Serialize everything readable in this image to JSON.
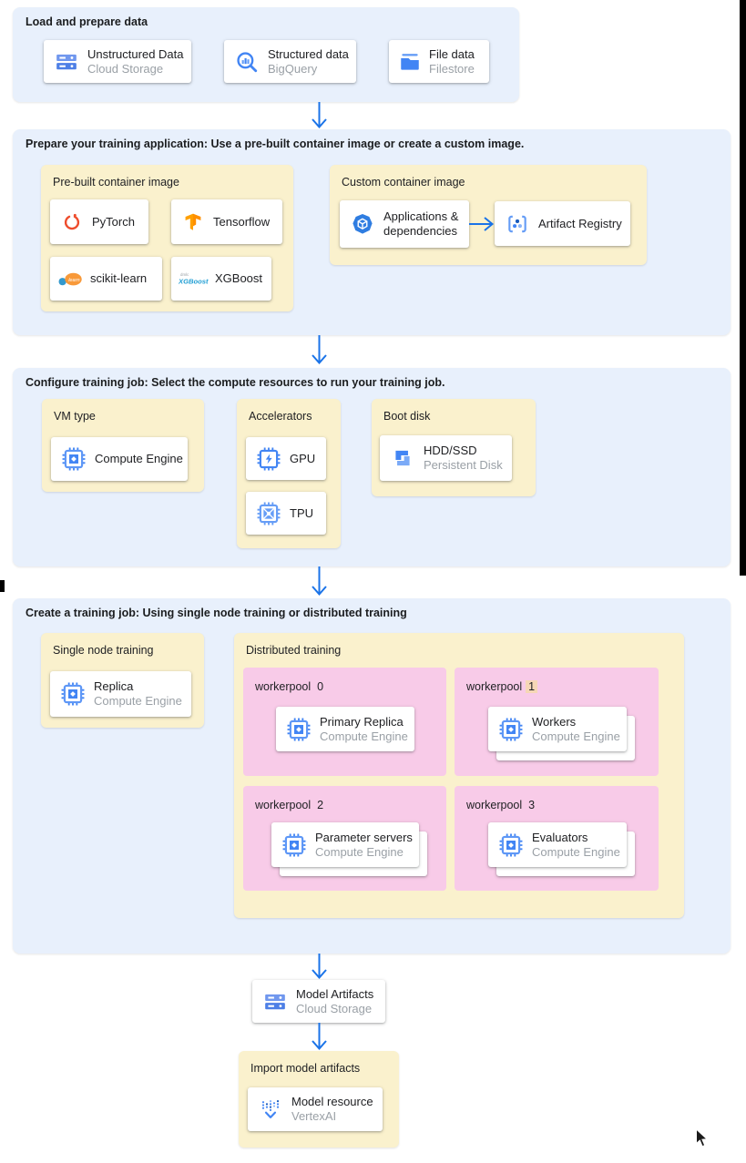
{
  "sections": {
    "load": {
      "title": "Load and prepare data",
      "cards": [
        {
          "title": "Unstructured Data",
          "subtitle": "Cloud Storage",
          "icon": "cloud-storage-icon"
        },
        {
          "title": "Structured data",
          "subtitle": "BigQuery",
          "icon": "bigquery-icon"
        },
        {
          "title": "File data",
          "subtitle": "Filestore",
          "icon": "filestore-icon"
        }
      ]
    },
    "prepare": {
      "title": "Prepare your training application: Use a pre-built container image or create a custom image.",
      "prebuilt": {
        "label": "Pre-built container image",
        "cards": [
          {
            "title": "PyTorch",
            "icon": "pytorch-icon"
          },
          {
            "title": "Tensorflow",
            "icon": "tensorflow-icon"
          },
          {
            "title": "scikit-learn",
            "icon": "scikit-learn-icon"
          },
          {
            "title": "XGBoost",
            "icon": "xgboost-icon"
          }
        ]
      },
      "custom": {
        "label": "Custom container image",
        "cards": [
          {
            "title": "Applications & dependencies",
            "icon": "applications-dependencies-icon"
          },
          {
            "title": "Artifact Registry",
            "icon": "artifact-registry-icon"
          }
        ]
      }
    },
    "configure": {
      "title": "Configure training job: Select the compute resources to run your training job.",
      "vm_type": {
        "label": "VM type",
        "card": {
          "title": "Compute Engine",
          "icon": "compute-engine-icon"
        }
      },
      "accelerators": {
        "label": "Accelerators",
        "cards": [
          {
            "title": "GPU",
            "icon": "gpu-icon"
          },
          {
            "title": "TPU",
            "icon": "tpu-icon"
          }
        ]
      },
      "boot_disk": {
        "label": "Boot disk",
        "card": {
          "title": "HDD/SSD",
          "subtitle": "Persistent Disk",
          "icon": "persistent-disk-icon"
        }
      }
    },
    "create": {
      "title": "Create a training job: Using single node training or distributed training",
      "single": {
        "label": "Single node training",
        "card": {
          "title": "Replica",
          "subtitle": "Compute Engine",
          "icon": "compute-engine-icon"
        }
      },
      "distributed": {
        "label": "Distributed training",
        "workerpools": [
          {
            "label": "workerpool",
            "num": "0",
            "highlighted": false,
            "stacked": false,
            "card": {
              "title": "Primary Replica",
              "subtitle": "Compute Engine",
              "icon": "compute-engine-icon"
            }
          },
          {
            "label": "workerpool",
            "num": "1",
            "highlighted": true,
            "stacked": true,
            "card": {
              "title": "Workers",
              "subtitle": "Compute Engine",
              "icon": "compute-engine-icon"
            }
          },
          {
            "label": "workerpool",
            "num": "2",
            "highlighted": false,
            "stacked": true,
            "card": {
              "title": "Parameter servers",
              "subtitle": "Compute Engine",
              "icon": "compute-engine-icon"
            }
          },
          {
            "label": "workerpool",
            "num": "3",
            "highlighted": false,
            "stacked": true,
            "card": {
              "title": "Evaluators",
              "subtitle": "Compute Engine",
              "icon": "compute-engine-icon"
            }
          }
        ]
      }
    },
    "model_artifacts": {
      "title": "Model Artifacts",
      "subtitle": "Cloud Storage",
      "icon": "cloud-storage-icon"
    },
    "import_model": {
      "label": "Import model artifacts",
      "card": {
        "title": "Model resource",
        "subtitle": "VertexAI",
        "icon": "vertex-ai-icon"
      }
    }
  },
  "colors": {
    "section_bg": "#e8f0fc",
    "group_bg": "#faf1cd",
    "pool_bg": "#f8cbe8",
    "highlight_bg": "#f6d7b6",
    "arrow": "#1a73e8",
    "icon_blue": "#4285f4",
    "subtitle_gray": "#9aa0a6",
    "title_text": "#202124"
  }
}
